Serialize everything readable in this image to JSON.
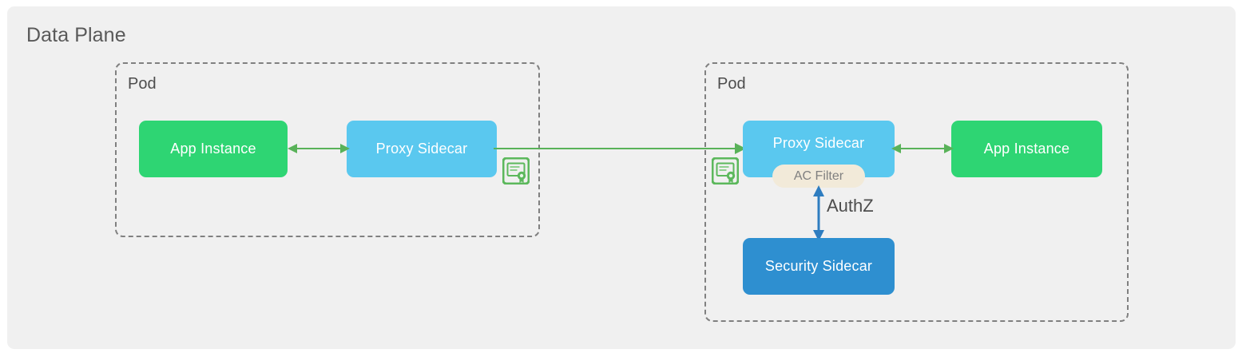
{
  "diagram": {
    "title": "Data Plane",
    "panel_background": "#f0f0f0",
    "title_color": "#595959"
  },
  "pods": [
    {
      "id": "pod-left",
      "label": "Pod",
      "border_style": "dashed",
      "border_color": "#808080"
    },
    {
      "id": "pod-right",
      "label": "Pod",
      "border_style": "dashed",
      "border_color": "#808080"
    }
  ],
  "nodes": {
    "app_left": {
      "label": "App Instance",
      "color": "#2ed573",
      "text_color": "#ffffff"
    },
    "proxy_left": {
      "label": "Proxy Sidecar",
      "color": "#5ac8ef",
      "text_color": "#ffffff"
    },
    "proxy_right": {
      "label": "Proxy Sidecar",
      "color": "#5ac8ef",
      "text_color": "#ffffff"
    },
    "app_right": {
      "label": "App Instance",
      "color": "#2ed573",
      "text_color": "#ffffff"
    },
    "security_right": {
      "label": "Security Sidecar",
      "color": "#2e8fd0",
      "text_color": "#ffffff"
    }
  },
  "pill": {
    "label": "AC Filter",
    "color": "#f2ead9",
    "text_color": "#808080"
  },
  "edges": {
    "app_left_to_proxy_left": {
      "label": "",
      "color": "#59b259",
      "direction": "bidirectional"
    },
    "proxy_left_to_proxy_right": {
      "label": "",
      "color": "#59b259",
      "direction": "right"
    },
    "proxy_right_to_app_right": {
      "label": "",
      "color": "#59b259",
      "direction": "bidirectional"
    },
    "ac_filter_to_security": {
      "label": "AuthZ",
      "color": "#2e7dc0",
      "text_color": "#4d4d4d",
      "direction": "bidirectional"
    }
  },
  "icons": {
    "cert_left": {
      "name": "certificate-icon",
      "color": "#5cb85c"
    },
    "cert_right": {
      "name": "certificate-icon",
      "color": "#5cb85c"
    }
  }
}
